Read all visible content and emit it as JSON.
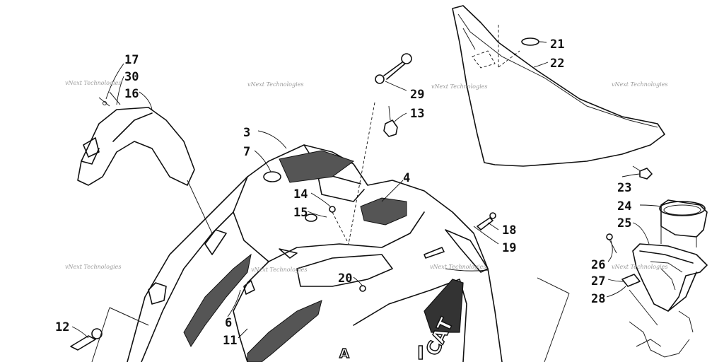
{
  "callouts": {
    "c3": "3",
    "c4": "4",
    "c6": "6",
    "c7": "7",
    "c11": "11",
    "c12": "12",
    "c13": "13",
    "c14": "14",
    "c15": "15",
    "c16": "16",
    "c17": "17",
    "c18": "18",
    "c19": "19",
    "c20": "20",
    "c21": "21",
    "c22": "22",
    "c23": "23",
    "c24": "24",
    "c25": "25",
    "c26": "26",
    "c27": "27",
    "c28": "28",
    "c29": "29",
    "c30": "30"
  },
  "watermark": {
    "text": "vNext Technologies"
  },
  "logo": {
    "text": "CAT",
    "prefix": "I",
    "fragment": "A"
  },
  "colors": {
    "line": "#111111",
    "background": "#ffffff",
    "watermark": "#9a9a9a"
  }
}
